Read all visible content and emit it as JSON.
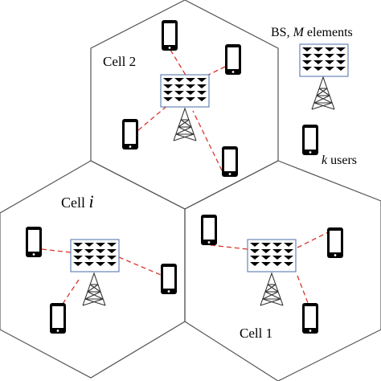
{
  "labels": {
    "cell_2": "Cell 2",
    "cell_i_prefix": "Cell ",
    "cell_i_var": "i",
    "cell_1": "Cell 1"
  },
  "legend": {
    "bs_prefix": "BS, ",
    "bs_var": "M",
    "bs_suffix": " elements",
    "users_var": "k",
    "users_suffix": " users"
  },
  "colors": {
    "cell_border": "#555555",
    "link": "#d9342b",
    "antenna_tile": "#000000",
    "panel_border": "#4a6ea8",
    "tower": "#333333",
    "phone_screen": "#ffffff"
  },
  "icons": {
    "base_station": "base-station-icon",
    "antenna_panel": "antenna-panel-icon",
    "tower": "tower-icon",
    "user": "phone-icon"
  }
}
